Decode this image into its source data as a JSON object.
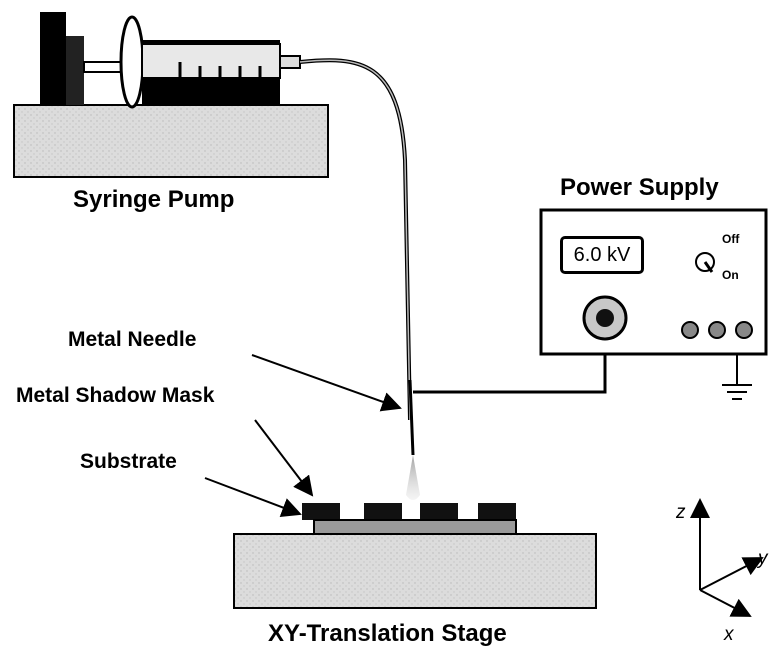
{
  "labels": {
    "syringe_pump": "Syringe Pump",
    "power_supply": "Power Supply",
    "metal_needle": "Metal Needle",
    "metal_shadow_mask": "Metal Shadow Mask",
    "substrate": "Substrate",
    "xy_stage": "XY-Translation Stage"
  },
  "power_supply": {
    "voltage_display": "6.0 kV",
    "switch_off": "Off",
    "switch_on": "On"
  },
  "axes": {
    "x": "x",
    "y": "y",
    "z": "z"
  },
  "colors": {
    "stage_fill": "#d8d8d8",
    "ink": "#000000",
    "mask": "#111111",
    "substrate": "#9a9a9a"
  }
}
